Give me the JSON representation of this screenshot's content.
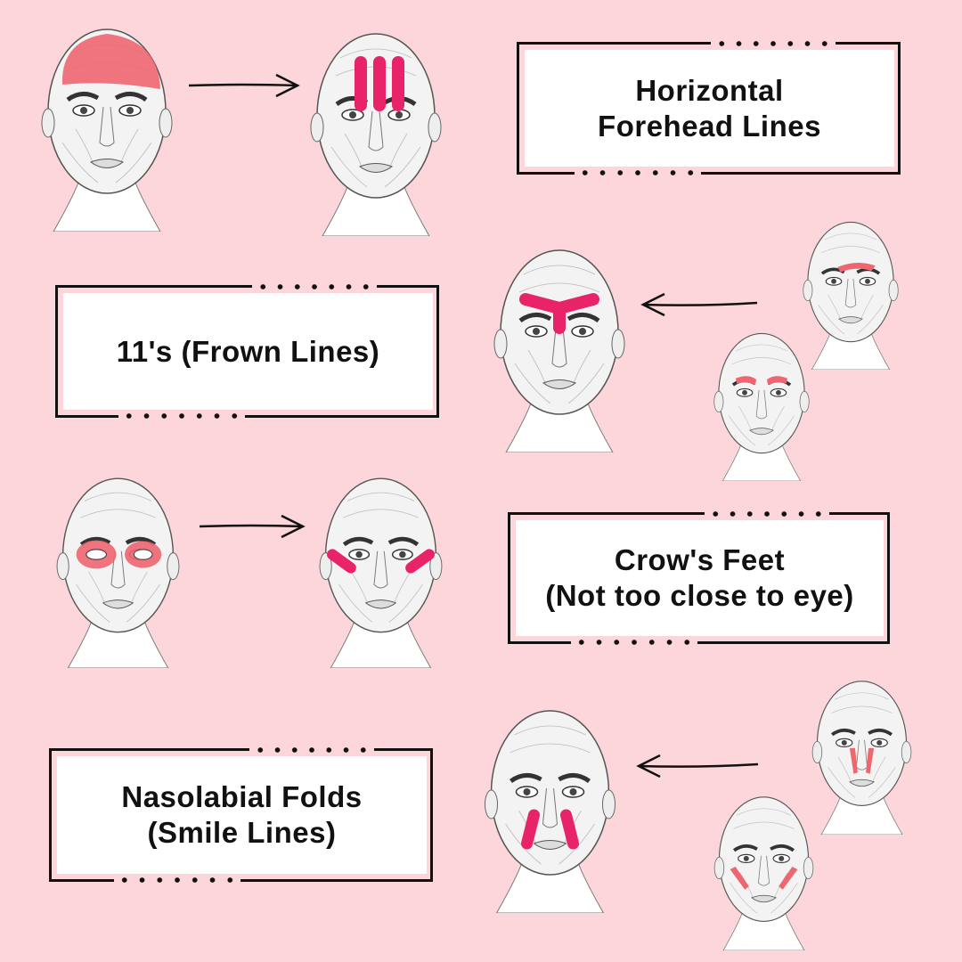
{
  "sections": [
    {
      "title_lines": [
        "Horizontal",
        "Forehead Lines"
      ]
    },
    {
      "title_lines": [
        "11's (Frown Lines)"
      ]
    },
    {
      "title_lines": [
        "Crow's Feet",
        "(Not too close to eye)"
      ]
    },
    {
      "title_lines": [
        "Nasolabial Folds",
        "(Smile Lines)"
      ]
    }
  ],
  "colors": {
    "background": "#fcd6da",
    "muscle": "#ee6670",
    "tape": "#e8236a",
    "frame": "#111111"
  }
}
